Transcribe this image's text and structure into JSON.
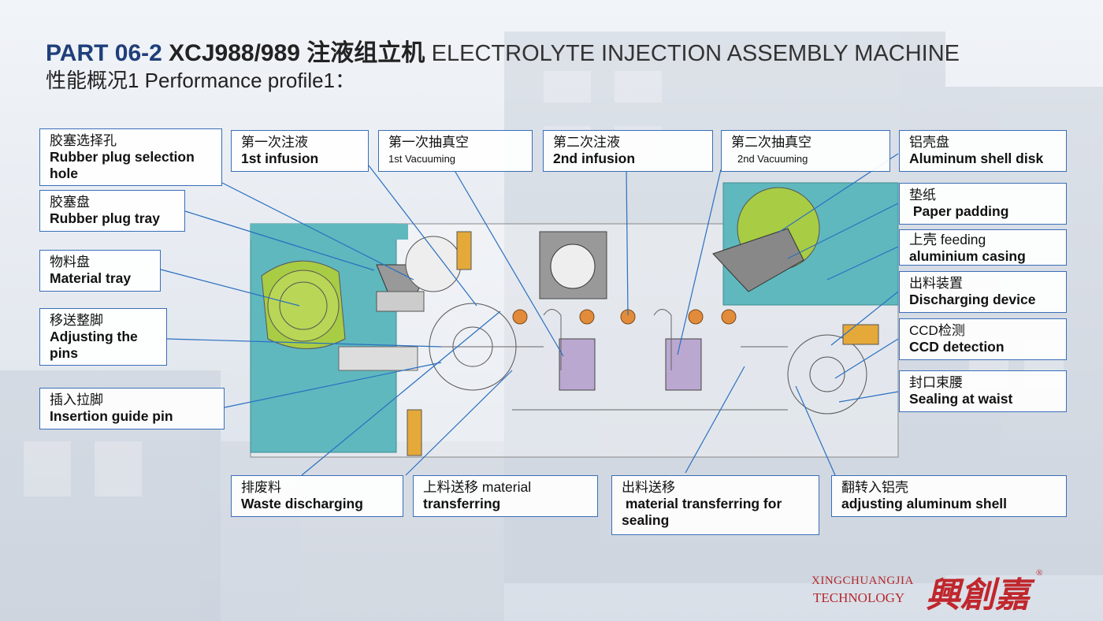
{
  "header": {
    "part": "PART 06-2",
    "model": "XCJ988/989 注液组立机",
    "english": "ELECTROLYTE INJECTION ASSEMBLY MACHINE",
    "subtitle": "性能概况1   Performance profile1："
  },
  "callouts": {
    "rubber_plug_hole": {
      "zh": "胶塞选择孔",
      "en": "Rubber plug selection hole"
    },
    "rubber_plug_tray": {
      "zh": "胶塞盘",
      "en": "Rubber plug tray"
    },
    "material_tray": {
      "zh": "物料盘",
      "en": "Material tray"
    },
    "adjusting_pins": {
      "zh": "移送整脚",
      "en": "Adjusting the pins"
    },
    "insertion_guide": {
      "zh": "插入拉脚",
      "en": "Insertion guide pin"
    },
    "first_infusion": {
      "zh": "第一次注液",
      "en": "1st infusion"
    },
    "first_vacuum": {
      "zh": "第一次抽真空",
      "en": "1st Vacuuming"
    },
    "second_infusion": {
      "zh": "第二次注液",
      "en": "2nd infusion"
    },
    "second_vacuum": {
      "zh": "第二次抽真空",
      "en": "2nd Vacuuming"
    },
    "aluminum_disk": {
      "zh": "铝壳盘",
      "en": "Aluminum shell disk"
    },
    "paper_padding": {
      "zh": "垫纸",
      "en": " Paper padding"
    },
    "casing_feeding": {
      "zh": "上壳 feeding",
      "en": "aluminium casing"
    },
    "discharging": {
      "zh": "出料装置",
      "en": "Discharging device"
    },
    "ccd": {
      "zh": "CCD检测",
      "en": "CCD detection"
    },
    "sealing_waist": {
      "zh": "封口束腰",
      "en": "Sealing at waist"
    },
    "waste": {
      "zh": "排废料",
      "en": "Waste discharging"
    },
    "material_transfer": {
      "zh": "上料送移 material",
      "en": "transferring"
    },
    "transfer_sealing": {
      "zh": "出料送移",
      "en": " material transferring for sealing"
    },
    "adjust_shell": {
      "zh": "翻转入铝壳",
      "en": "adjusting aluminum shell"
    }
  },
  "logo": {
    "line1": "XINGCHUANGJIA",
    "line2": "TECHNOLOGY",
    "chinese": "興創嘉",
    "reg": "®"
  },
  "colors": {
    "title_blue": "#1f3f7a",
    "box_border": "#3a6fb8",
    "panel_teal": "#5fb8be",
    "tray_green": "#a8cc44",
    "logo_red": "#c0272d"
  }
}
